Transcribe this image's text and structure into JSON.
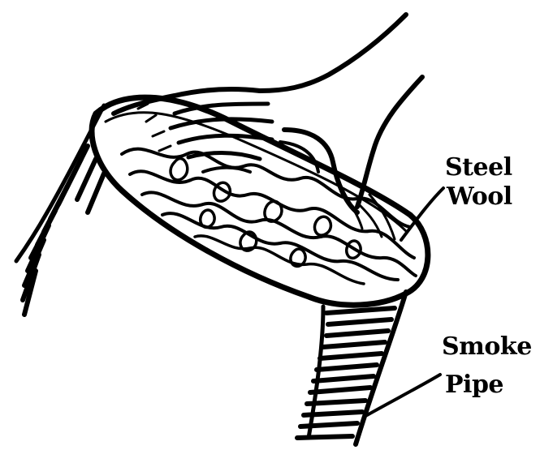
{
  "figure": {
    "labels": {
      "steel_wool_line1": "Steel",
      "steel_wool_line2": "Wool",
      "smoke_pipe_line1": "Smoke",
      "smoke_pipe_line2": "Pipe"
    },
    "colors": {
      "ink": "#000000",
      "paper": "#ffffff"
    }
  }
}
